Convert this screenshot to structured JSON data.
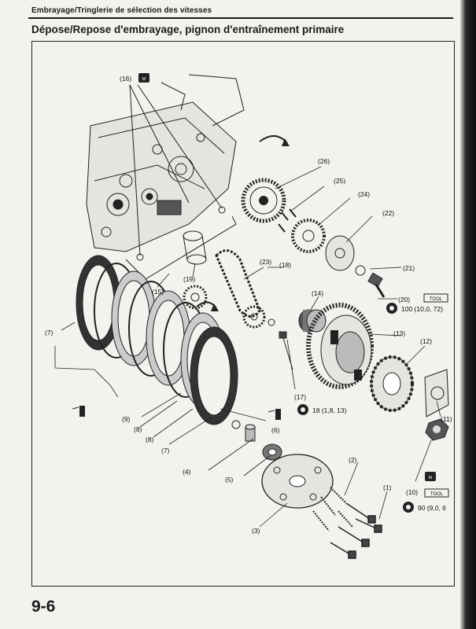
{
  "header": {
    "section": "Embrayage/Tringlerie de sélection des vitesses",
    "title": "Dépose/Repose d'embrayage, pignon d'entraînement primaire"
  },
  "callouts": {
    "c16": "(16)",
    "c26": "(26)",
    "c25": "(25)",
    "c24": "(24)",
    "c22": "(22)",
    "c23": "(23)",
    "c18": "(18)",
    "c19": "(19)",
    "c15": "(15)",
    "c21": "(21)",
    "c20": "(20)",
    "c14": "(14)",
    "c13": "(13)",
    "c12": "(12)",
    "c7a": "(7)",
    "c17": "(17)",
    "c9": "(9)",
    "c8a": "(8)",
    "c8b": "(8)",
    "c7b": "(7)",
    "c6": "(6)",
    "c4": "(4)",
    "c5": "(5)",
    "c2": "(2)",
    "c1": "(1)",
    "c3": "(3)",
    "c11": "(11)",
    "c10": "(10)"
  },
  "torque_specs": {
    "t20": "100 (10,0, 72)",
    "t17": "18 (1,8, 13)",
    "t10": "90 (9,0, 6"
  },
  "tool_labels": {
    "special_tool": "TOOL"
  },
  "footer": {
    "page_number": "9-6"
  },
  "icons": {
    "moly_grease": "moly-grease-icon",
    "special_tool": "special-tool-icon",
    "torque_wrench": "torque-wrench-icon",
    "replace_part": "replace-part-icon",
    "engine_oil": "engine-oil-icon"
  }
}
